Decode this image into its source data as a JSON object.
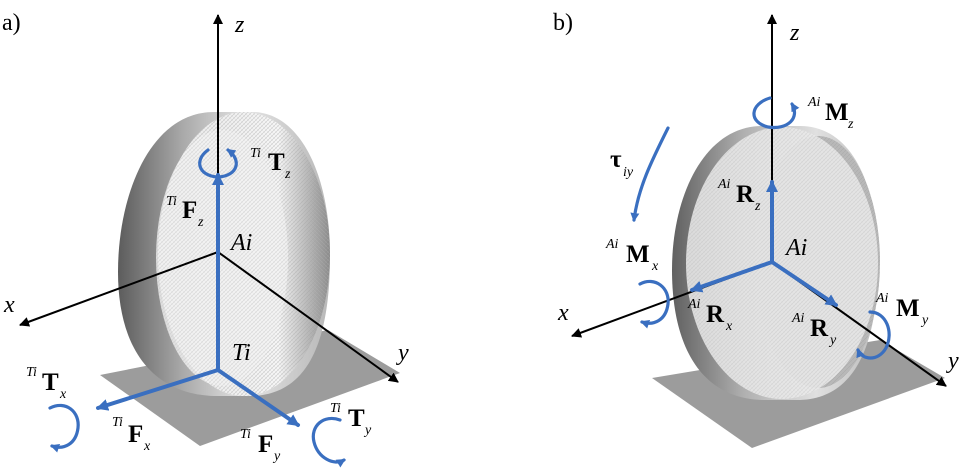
{
  "panel_a": {
    "tag": "a)",
    "axes": {
      "z": "z",
      "x": "x",
      "y": "y"
    },
    "points": {
      "center": "Ai",
      "contact": "Ti"
    },
    "prefix": "Ti",
    "forces": {
      "Fz": "F",
      "Fz_sub": "z",
      "Fx": "F",
      "Fx_sub": "x",
      "Fy": "F",
      "Fy_sub": "y"
    },
    "torques": {
      "Tz": "T",
      "Tz_sub": "z",
      "Tx": "T",
      "Tx_sub": "x",
      "Ty": "T",
      "Ty_sub": "y"
    }
  },
  "panel_b": {
    "tag": "b)",
    "axes": {
      "z": "z",
      "x": "x",
      "y": "y"
    },
    "points": {
      "center": "Ai"
    },
    "prefix": "Ai",
    "forces": {
      "Rz": "R",
      "Rz_sub": "z",
      "Rx": "R",
      "Rx_sub": "x",
      "Ry": "R",
      "Ry_sub": "y"
    },
    "moments": {
      "Mz": "M",
      "Mz_sub": "z",
      "Mx": "M",
      "Mx_sub": "x",
      "My": "M",
      "My_sub": "y"
    },
    "tau": "τ",
    "tau_sub": "iy"
  },
  "colors": {
    "vector": "#3a6fc0",
    "axis": "#000000",
    "ground": "#9c9c9c"
  }
}
